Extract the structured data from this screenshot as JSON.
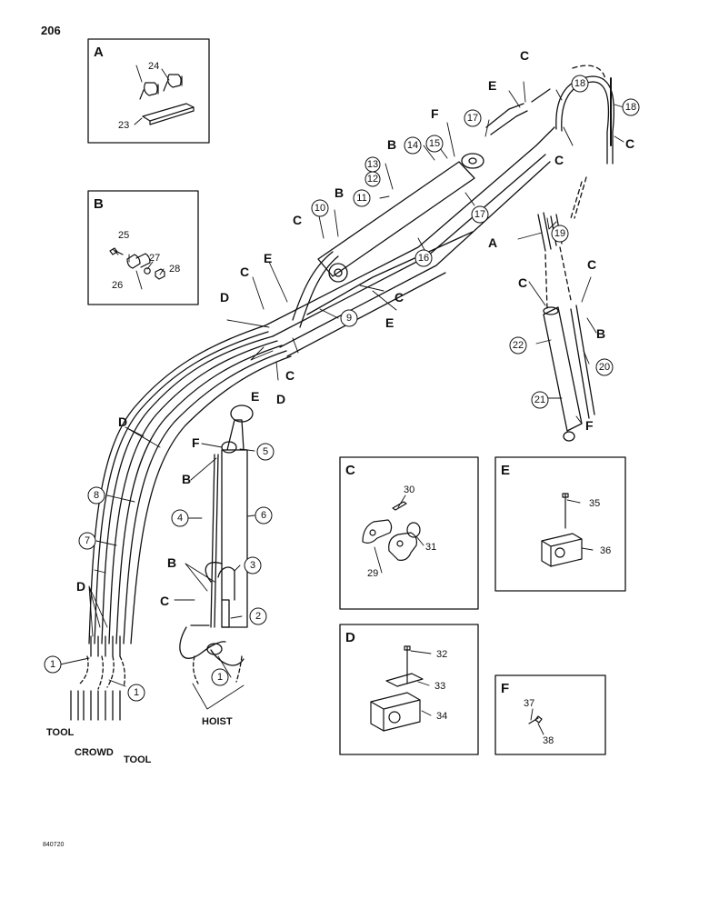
{
  "page_number": "206",
  "figure_ref": "840720",
  "insets": [
    {
      "letter": "A",
      "parts": [
        "23",
        "24"
      ]
    },
    {
      "letter": "B",
      "parts": [
        "25",
        "26",
        "27",
        "28"
      ]
    },
    {
      "letter": "C",
      "parts": [
        "29",
        "30",
        "31"
      ]
    },
    {
      "letter": "E",
      "parts": [
        "35",
        "36"
      ]
    },
    {
      "letter": "D",
      "parts": [
        "32",
        "33",
        "34"
      ]
    },
    {
      "letter": "F",
      "parts": [
        "37",
        "38"
      ]
    }
  ],
  "balloons": [
    "1",
    "1",
    "1",
    "2",
    "3",
    "4",
    "5",
    "6",
    "7",
    "8",
    "9",
    "10",
    "11",
    "12",
    "13",
    "14",
    "15",
    "16",
    "17",
    "17",
    "18",
    "18",
    "19",
    "20",
    "21",
    "22"
  ],
  "callout_letters": [
    "A",
    "B",
    "B",
    "B",
    "B",
    "B",
    "C",
    "C",
    "C",
    "C",
    "C",
    "C",
    "C",
    "C",
    "C",
    "C",
    "D",
    "D",
    "D",
    "D",
    "E",
    "E",
    "E",
    "E",
    "F",
    "F",
    "F"
  ],
  "bottom_labels": {
    "tool_left": "TOOL",
    "crowd": "CROWD",
    "tool_right": "TOOL",
    "hoist": "HOIST"
  }
}
